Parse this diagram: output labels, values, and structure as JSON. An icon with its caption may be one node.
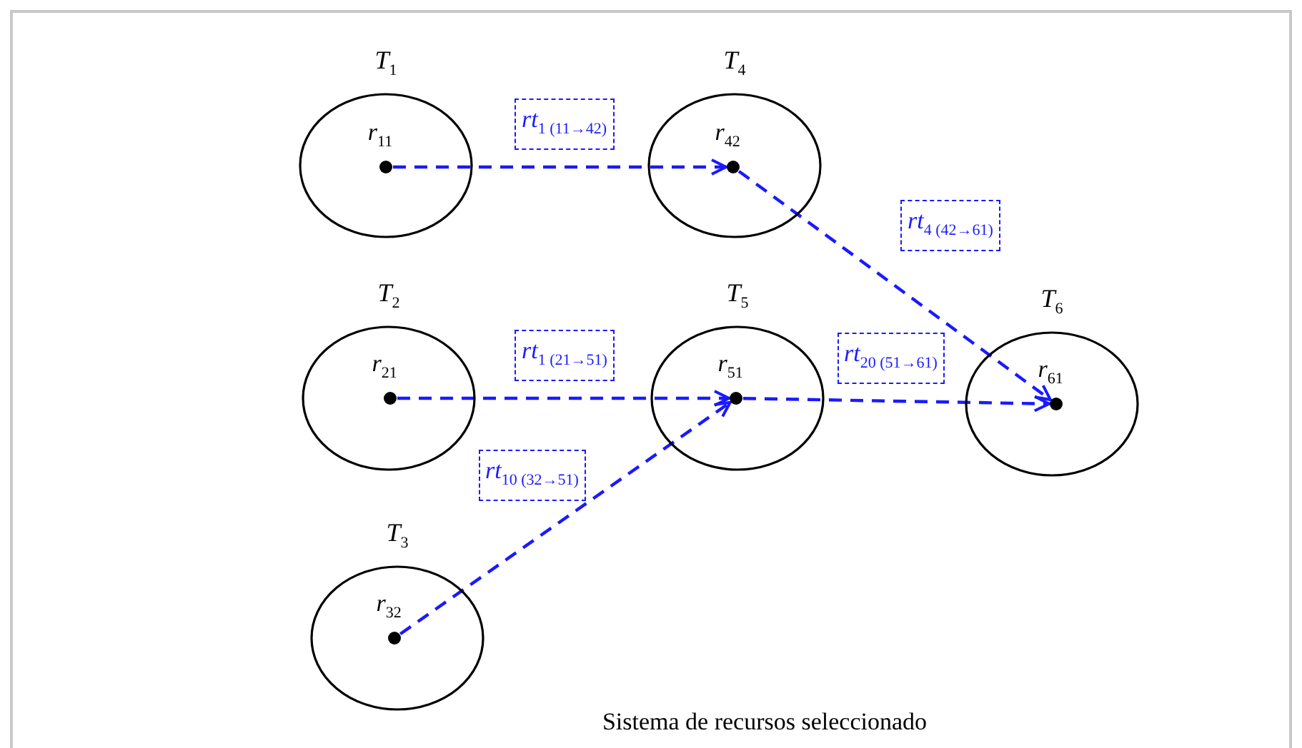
{
  "diagram": {
    "caption": "Sistema de recursos seleccionado",
    "nodes": [
      {
        "text": [
          "*T*$_{1}$"
        ]
      },
      {
        "text": [
          "*r*$_{11}$"
        ],
        "in": 0
      },
      {
        "text": [
          "*T*$_{4}$"
        ]
      },
      {
        "text": [
          "*r*$_{42}$"
        ],
        "in": 2
      },
      {
        "text": [
          "*T*$_{2}$"
        ]
      },
      {
        "text": [
          "*r*$_{21}$"
        ],
        "in": 4
      },
      {
        "text": [
          "*T*$_{5}$"
        ]
      },
      {
        "text": [
          "*r*$_{51}$"
        ],
        "in": 6
      },
      {
        "text": [
          "*T*$_{6}$"
        ]
      },
      {
        "text": [
          "*r*$_{61}$"
        ],
        "in": 8
      },
      {
        "text": [
          "*T*$_{3}$"
        ]
      },
      {
        "text": [
          "*r*$_{32}$"
        ],
        "in": 10
      }
    ],
    "edges": [
      {
        "from": 1,
        "to": 3,
        "arrow": "to",
        "label": "*rt*$_{1 (11→42)}$",
        "style": "dashed"
      },
      {
        "from": 3,
        "to": 9,
        "arrow": "to",
        "label": "*rt*$_{4 (42→61)}$",
        "style": "dashed"
      },
      {
        "from": 5,
        "to": 7,
        "arrow": "to",
        "label": "*rt*$_{1 (21→51)}$",
        "style": "dashed"
      },
      {
        "from": 7,
        "to": 9,
        "arrow": "to",
        "label": "*rt*$_{20 (51→61)}$",
        "style": "dashed"
      },
      {
        "from": 11,
        "to": 7,
        "arrow": "to",
        "label": "*rt*$_{10 (32→51)}$",
        "style": "dashed"
      }
    ]
  }
}
